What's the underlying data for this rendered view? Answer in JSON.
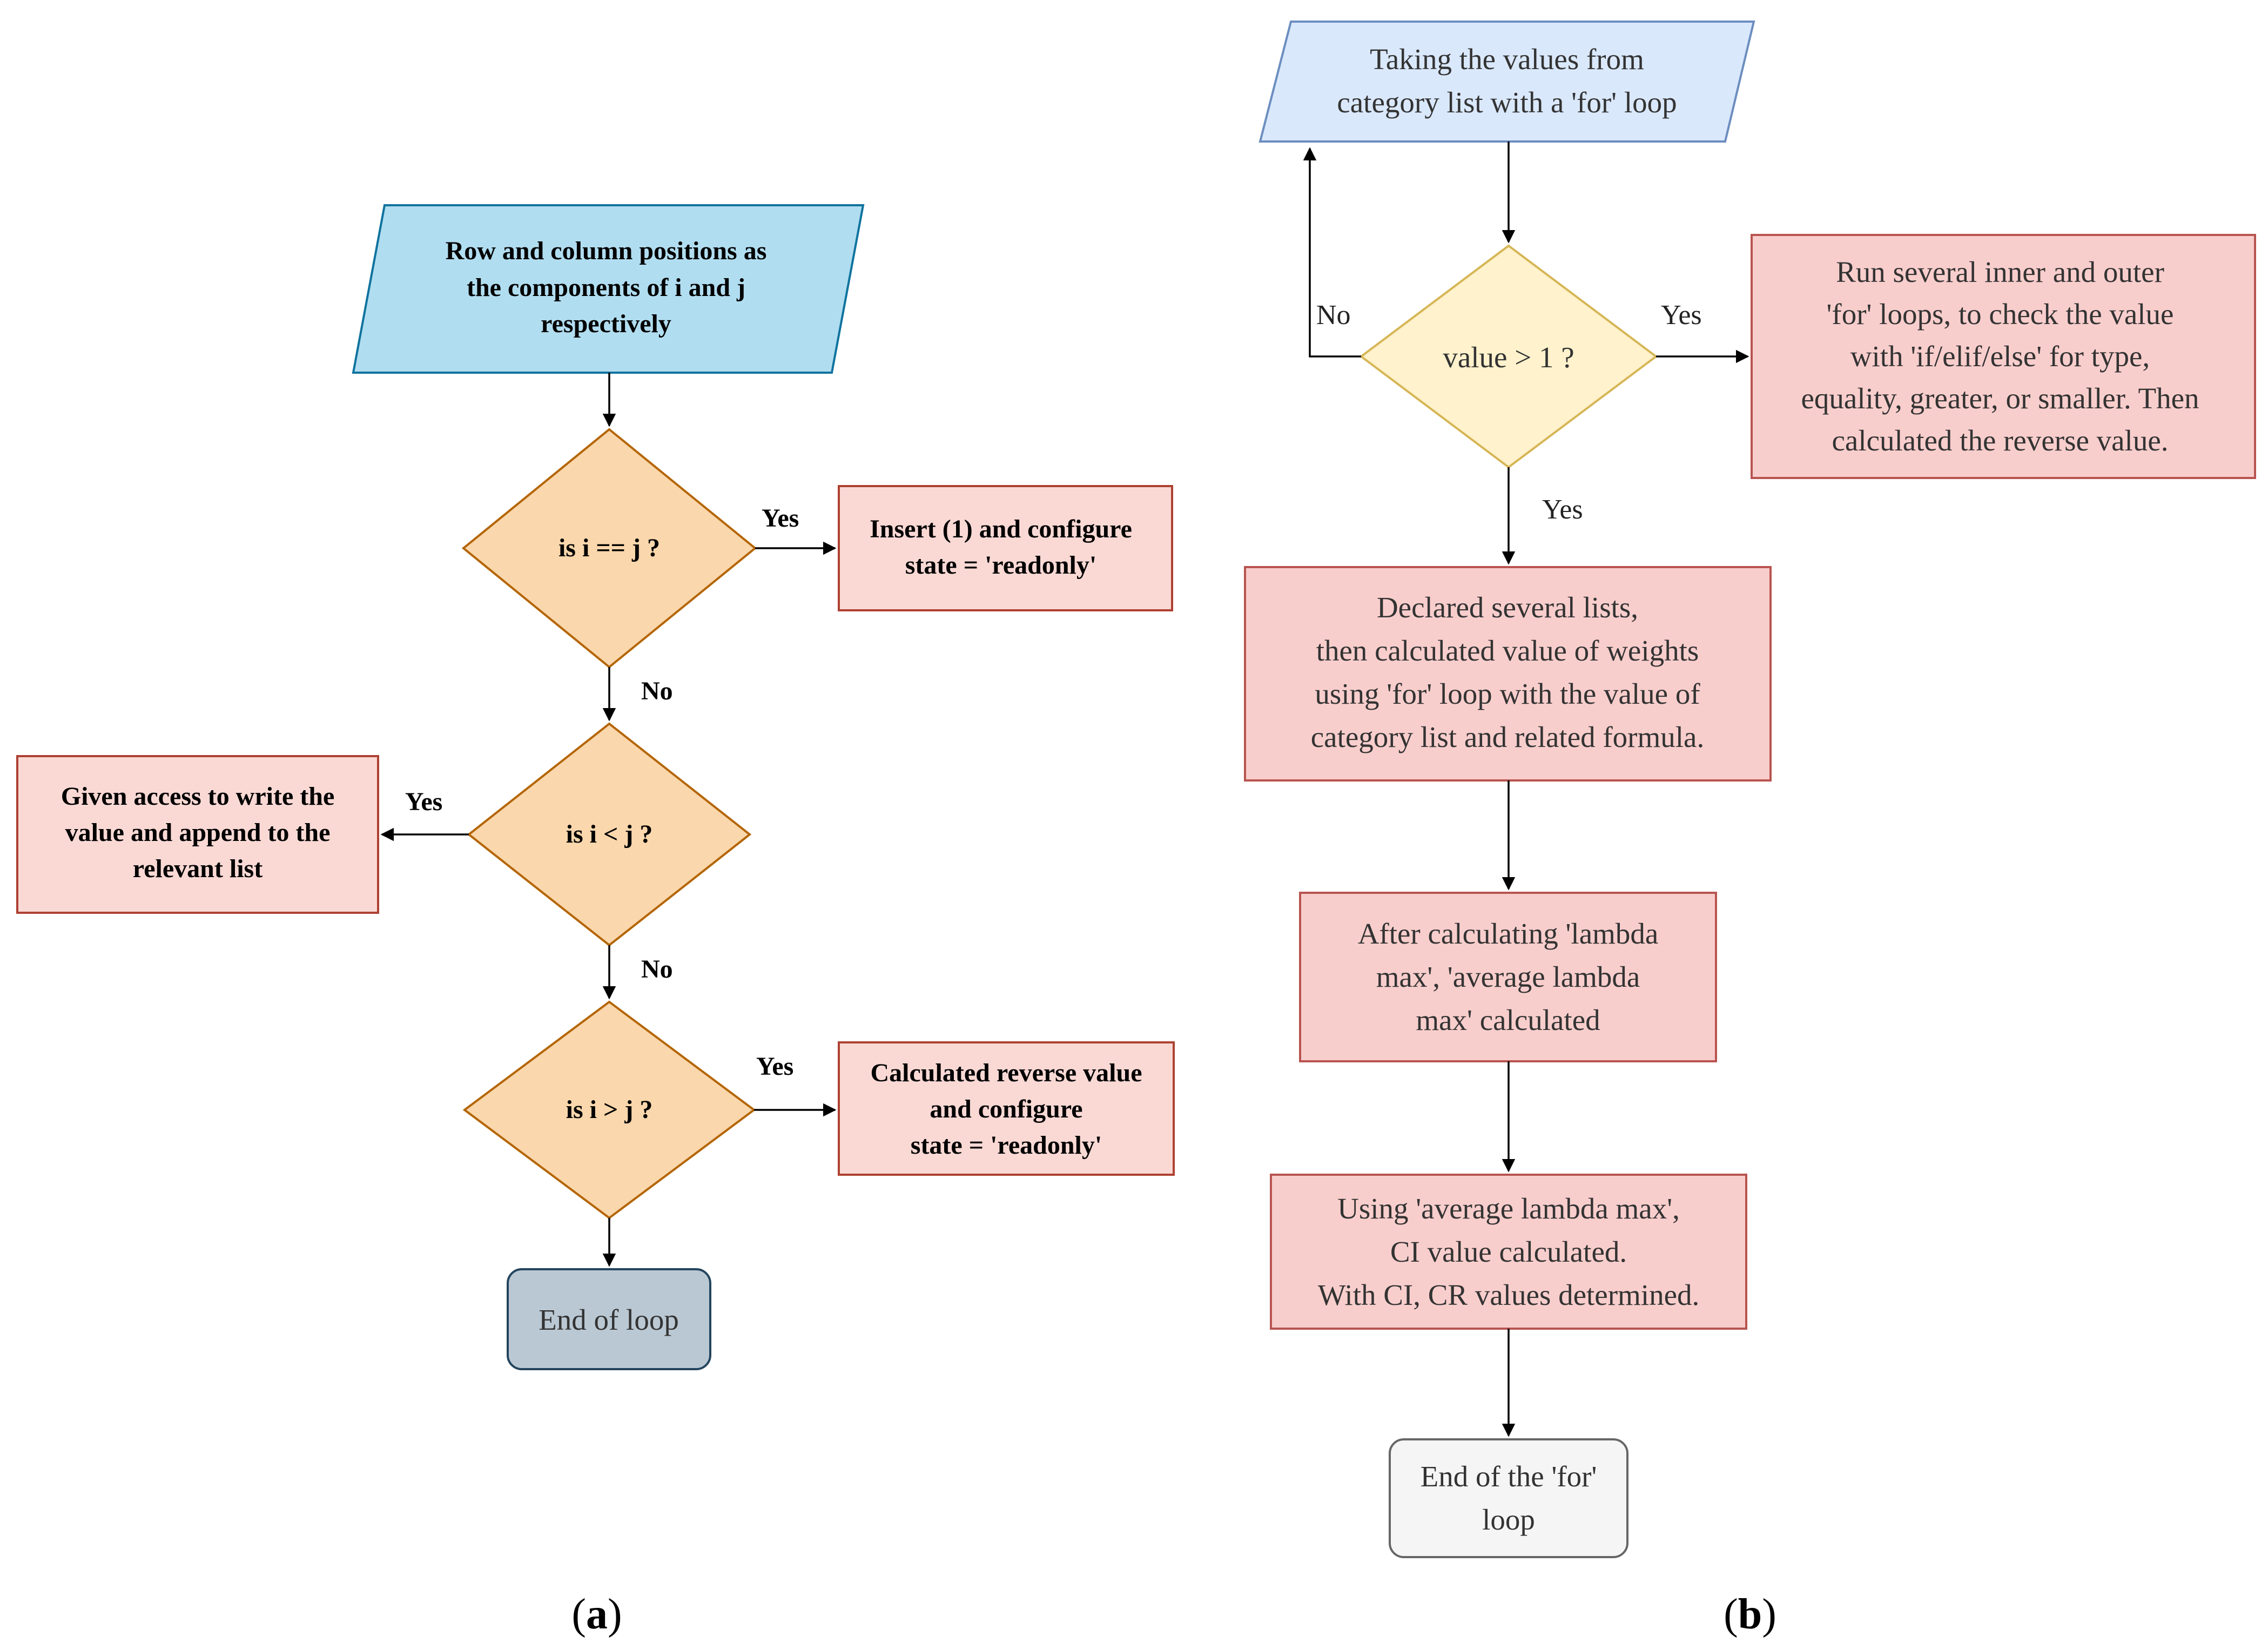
{
  "panel_a": {
    "caption": "a",
    "input": [
      "Row and column positions as",
      "the components of i and j",
      "respectively"
    ],
    "decision1": "is i == j ?",
    "decision1_yes": "Yes",
    "decision1_no": "No",
    "box_insert": [
      "Insert (1) and configure",
      "state = 'readonly'"
    ],
    "decision2": "is i < j ?",
    "decision2_yes": "Yes",
    "decision2_no": "No",
    "box_given": [
      "Given access to write the",
      "value and append to the",
      "relevant list"
    ],
    "decision3": "is i > j ?",
    "decision3_yes": "Yes",
    "box_reverse": [
      "Calculated reverse value",
      "and configure",
      "state = 'readonly'"
    ],
    "end": "End of loop"
  },
  "panel_b": {
    "caption": "b",
    "input": [
      "Taking the values from",
      "category list with a 'for' loop"
    ],
    "decision": "value > 1 ?",
    "decision_no": "No",
    "decision_yes_right": "Yes",
    "decision_yes_down": "Yes",
    "box_run": [
      "Run several inner and outer",
      "'for' loops, to check the value",
      "with 'if/elif/else' for type,",
      "equality, greater, or smaller. Then",
      "calculated the reverse value."
    ],
    "box_declared": [
      "Declared several lists,",
      "then calculated value of weights",
      "using 'for' loop with the value of",
      "category list and related formula."
    ],
    "box_lambda": [
      "After calculating 'lambda",
      "max', 'average lambda",
      "max' calculated"
    ],
    "box_ci": [
      "Using 'average lambda max',",
      "CI value calculated.",
      "With CI, CR values determined."
    ],
    "end": [
      "End of the 'for'",
      "loop"
    ]
  },
  "colors": {
    "input_a": "#b1ddf0",
    "input_a_stroke": "#10739e",
    "input_b": "#dae8fc",
    "input_b_stroke": "#6c8ebf",
    "decision_a": "#fad7ac",
    "decision_a_stroke": "#b46504",
    "decision_b": "#fff2cc",
    "decision_b_stroke": "#d6b656",
    "process_fill": "#fad9d5",
    "process_stroke": "#ae4132",
    "process_b_fill": "#f8cecc",
    "process_b_stroke": "#b85450",
    "end_a": "#bac8d3",
    "end_a_stroke": "#23445d",
    "end_b": "#f5f5f5",
    "end_b_stroke": "#666666"
  }
}
